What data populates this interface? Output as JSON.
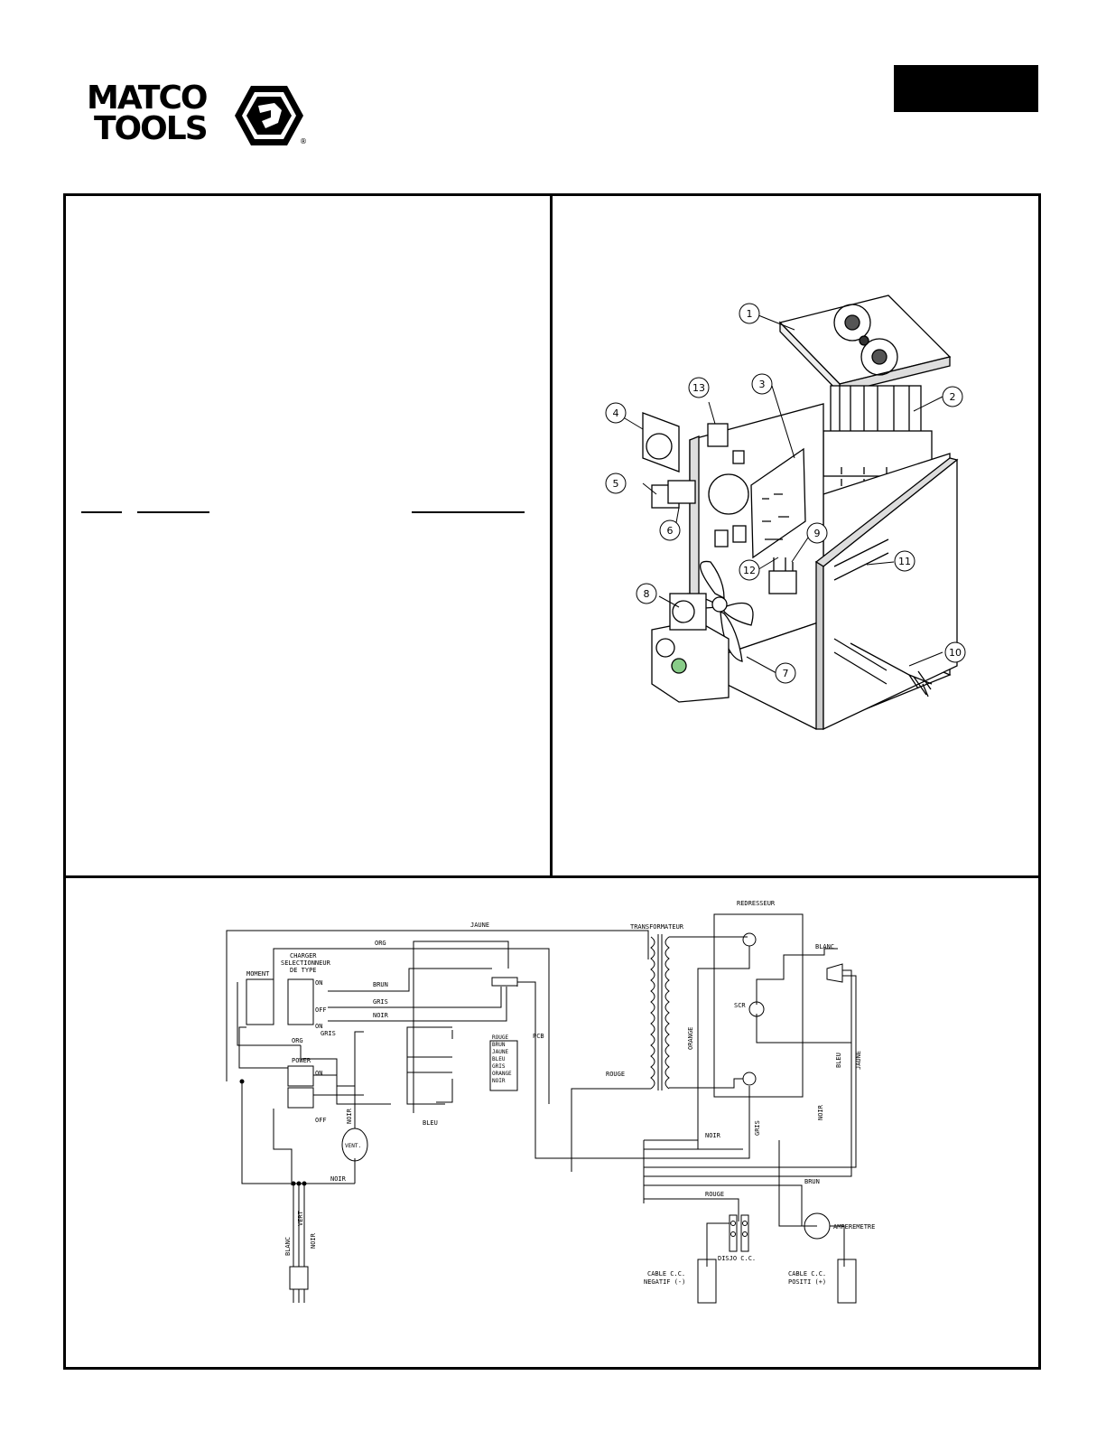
{
  "brand": {
    "line1": "MATCO",
    "line2": "TOOLS",
    "registered": "®"
  },
  "exploded_view": {
    "callouts": [
      "1",
      "2",
      "3",
      "4",
      "5",
      "6",
      "7",
      "8",
      "9",
      "10",
      "11",
      "12",
      "13"
    ]
  },
  "wiring": {
    "labels": {
      "jaune_top": "JAUNE",
      "transformateur": "TRANSFORMATEUR",
      "redresseur": "REDRESSEUR",
      "blanc_right": "BLANC",
      "org_top": "ORG",
      "charger_sel_1": "CHARGER",
      "charger_sel_2": "SELECTIONNEUR",
      "charger_sel_3": "DE TYPE",
      "moment": "MOMENT",
      "brun": "BRUN",
      "gris": "GRIS",
      "noir": "NOIR",
      "on1": "ON",
      "off1": "OFF",
      "on2": "ON",
      "gris2": "GRIS",
      "org2": "ORG",
      "power": "POWER",
      "on3": "ON",
      "off3": "OFF",
      "pcb": "PCB",
      "pcb_rouge": "ROUGE",
      "pcb_brun": "BRUN",
      "pcb_jaune": "JAUNE",
      "pcb_bleu": "BLEU",
      "pcb_gris": "GRIS",
      "pcb_orange": "ORANGE",
      "pcb_noir": "NOIR",
      "rouge_mid": "ROUGE",
      "bleu_mid": "BLEU",
      "noir_vert": "NOIR",
      "vent": "VENT.",
      "noir_bottom": "NOIR",
      "blanc_cord": "BLANC",
      "vert_cord": "VERT",
      "noir_cord": "NOIR",
      "orange_vert": "ORANGE",
      "scr": "SCR",
      "bleu_right": "BLEU",
      "jaune_right": "JAUNE",
      "noir_right": "NOIR",
      "gris_right": "GRIS",
      "noir_lower": "NOIR",
      "brun_lower": "BRUN",
      "rouge_lower": "ROUGE",
      "amperemetre": "AMPEREMETRE",
      "disjo": "DISJO C.C.",
      "cable_neg_1": "CABLE C.C.",
      "cable_neg_2": "NEGATIF (-)",
      "cable_pos_1": "CABLE C.C.",
      "cable_pos_2": "POSITI (+)"
    }
  }
}
